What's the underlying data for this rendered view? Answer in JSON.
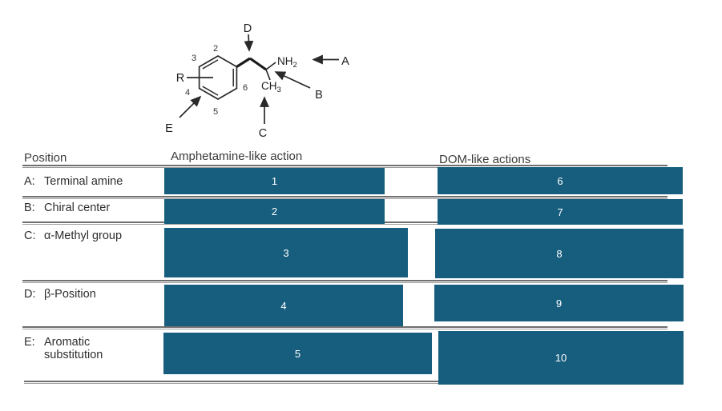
{
  "colors": {
    "occlusion_box_fill": "#175E7E",
    "occlusion_box_number": "#FFFFFF",
    "rule_dark": "#6F6F6F",
    "rule_light": "#9C9C9C",
    "ink": "#2A2A2A"
  },
  "structure": {
    "substituent_r": "R",
    "ring_positions": [
      "2",
      "3",
      "4",
      "5",
      "6"
    ],
    "amine_group": "NH",
    "amine_subscript": "2",
    "methyl_group": "CH",
    "methyl_subscript": "3",
    "pointer_labels": {
      "a": "A",
      "b": "B",
      "c": "C",
      "d": "D",
      "e": "E"
    }
  },
  "table": {
    "headers": {
      "position": "Position",
      "amphetamine": "Amphetamine-like action",
      "dom": "DOM-like actions"
    },
    "rows": [
      {
        "key": "A:",
        "label": "Terminal amine",
        "amphetamine_box": "1",
        "dom_box": "6"
      },
      {
        "key": "B:",
        "label": "Chiral center",
        "amphetamine_box": "2",
        "dom_box": "7"
      },
      {
        "key": "C:",
        "label": "α-Methyl group",
        "amphetamine_box": "3",
        "dom_box": "8"
      },
      {
        "key": "D:",
        "label": "β-Position",
        "amphetamine_box": "4",
        "dom_box": "9"
      },
      {
        "key": "E:",
        "label": "Aromatic",
        "label_line2": "substitution",
        "amphetamine_box": "5",
        "dom_box": "10"
      }
    ]
  }
}
